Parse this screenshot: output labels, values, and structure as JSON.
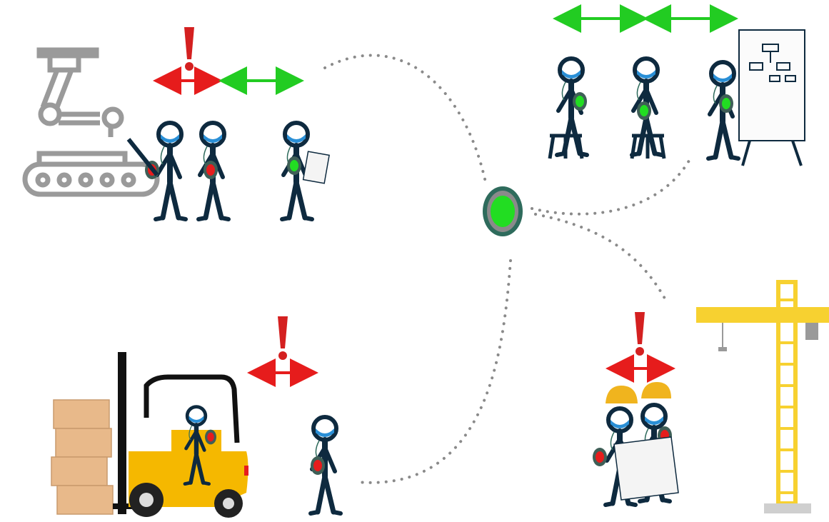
{
  "scene": {
    "description_free": true,
    "colors": {
      "figure": "#0e2a3f",
      "mask": "#2a8fd6",
      "device_ok": "#22dd22",
      "device_alert": "#e61c1c",
      "device_shell": "#3f5f57",
      "arrow_ok": "#22cc22",
      "arrow_alert": "#e61c1c",
      "exclamation": "#d42020",
      "robot": "#9a9a9a",
      "forklift": "#f5b800",
      "crane": "#f7d130",
      "helmet": "#f0b41e",
      "box": "#e8b98a",
      "dots": "#8a8a8a"
    },
    "icons": {
      "hub": "gateway-device-icon",
      "robot": "robot-arm-conveyor-icon",
      "forklift": "forklift-icon",
      "crane": "tower-crane-icon",
      "flipchart": "flipchart-icon"
    },
    "groups": [
      {
        "name": "robot-line-group",
        "status": "alert"
      },
      {
        "name": "meeting-group",
        "status": "ok"
      },
      {
        "name": "forklift-group",
        "status": "alert"
      },
      {
        "name": "construction-group",
        "status": "alert"
      }
    ]
  }
}
